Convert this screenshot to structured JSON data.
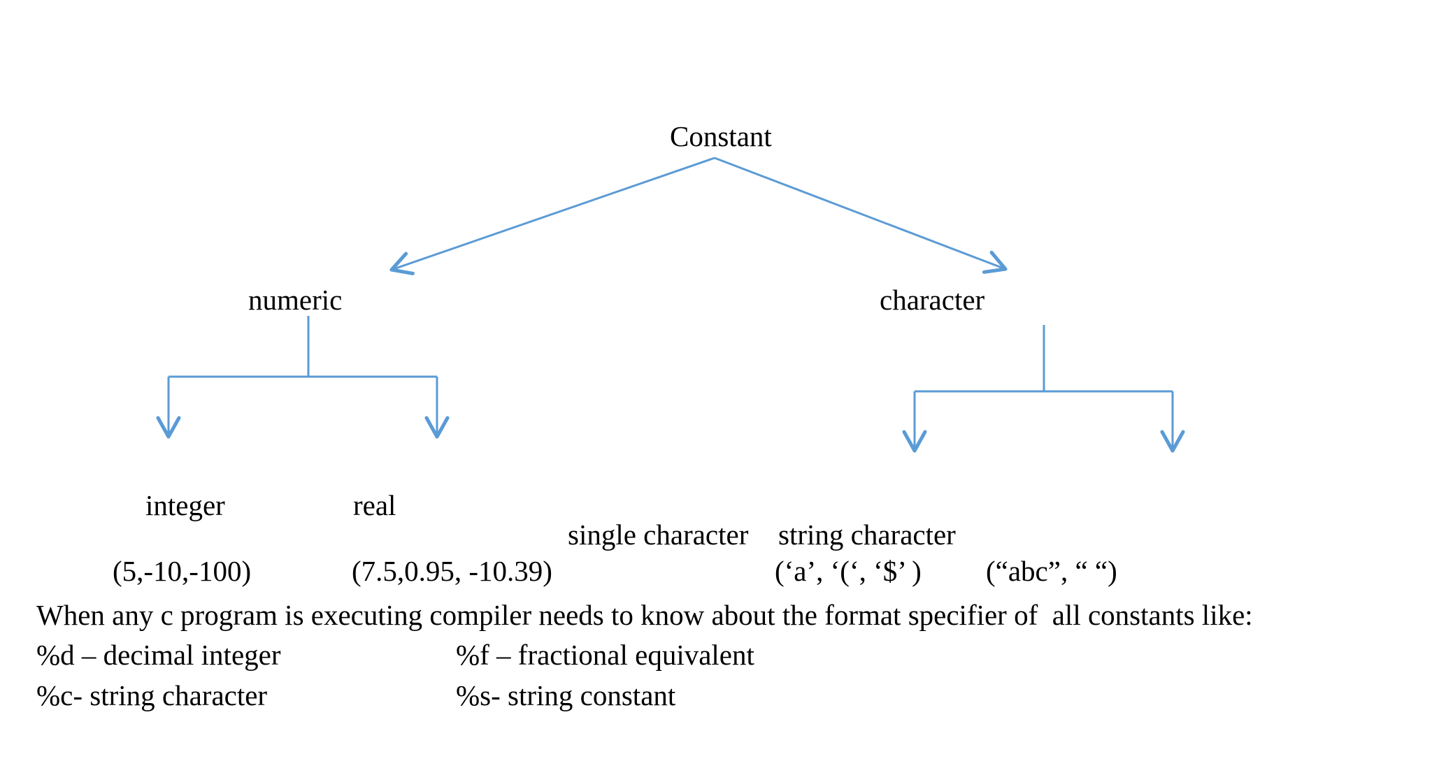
{
  "diagram": {
    "title": "Constant",
    "line_color": "#5B9BD5",
    "text_color": "#000000",
    "background": "#ffffff",
    "root": {
      "label": "Constant"
    },
    "level2": [
      {
        "label": "numeric"
      },
      {
        "label": "character"
      }
    ],
    "level3": [
      {
        "label": "integer"
      },
      {
        "label": "real"
      },
      {
        "label": "single character"
      },
      {
        "label": "string character"
      }
    ],
    "examples": [
      {
        "label": "(5,-10,-100)"
      },
      {
        "label": "(7.5,0.95, -10.39)"
      },
      {
        "label": "(‘a’, ‘(‘, ‘$’ )"
      },
      {
        "label": "(“abc”, “ “)"
      }
    ]
  },
  "notes": {
    "intro": "When any c program is executing compiler needs to know about the format specifier of  all constants like:",
    "specifiers": [
      {
        "left": "%d – decimal integer",
        "right": "%f – fractional equivalent"
      },
      {
        "left": "%c- string character",
        "right": "%s- string constant"
      }
    ]
  }
}
